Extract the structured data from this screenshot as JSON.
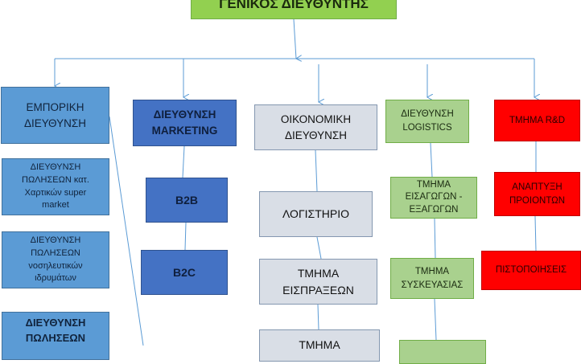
{
  "chart_data": {
    "type": "org-chart",
    "root": "ΓΕΝΙΚΟΣ ΔΙΕΥΘΥΝΤΗΣ",
    "branches": [
      {
        "head": "ΕΜΠΟΡΙΚΗ\nΔΙΕΥΘΥΝΣΗ",
        "children": [
          "ΔΙΕΥΘΥΝΣΗ\nΠΩΛΗΣΕΩΝ  κατ.\nΧαρτικών super\nmarket",
          "ΔΙΕΥΘΥΝΣΗ\nΠΩΛΗΣΕΩΝ\nνοσηλευτικών\nιδρυμάτων",
          "ΔΙΕΥΘΥΝΣΗ\nΠΩΛΗΣΕΩΝ"
        ]
      },
      {
        "head": "ΔΙΕΥΘΥΝΣΗ\nMARKETING",
        "children": [
          "B2B",
          "B2C"
        ]
      },
      {
        "head": "ΟΙΚΟΝΟΜΙΚΗ\nΔΙΕΥΘΥΝΣΗ",
        "children": [
          "ΛΟΓΙΣΤΗΡΙΟ",
          "ΤΜΗΜΑ\nΕΙΣΠΡΑΞΕΩΝ",
          "ΤΜΗΜΑ"
        ]
      },
      {
        "head": "ΔΙΕΥΘΥΝΣΗ\nLOGISTICS",
        "children": [
          "ΤΜΗΜΑ\nΕΙΣΑΓΩΓΩΝ -\nΕΞΑΓΩΓΩΝ",
          "ΤΜΗΜΑ\nΣΥΣΚΕΥΑΣΙΑΣ",
          ""
        ]
      },
      {
        "head": "ΤΜΗΜΑ R&D",
        "children": [
          "ΑΝΑΠΤΥΞΗ\nΠΡΟΙΟΝΤΩΝ",
          "ΠΙΣΤΟΠΟΙΗΣΕΙΣ"
        ]
      }
    ]
  },
  "colors": {
    "root": "#92d050",
    "commercial": "#5b9bd5",
    "marketing": "#4472c4",
    "finance": "#d9dee6",
    "logistics": "#a9d18e",
    "rnd": "#ff0000",
    "connector": "#5b9bd5"
  }
}
